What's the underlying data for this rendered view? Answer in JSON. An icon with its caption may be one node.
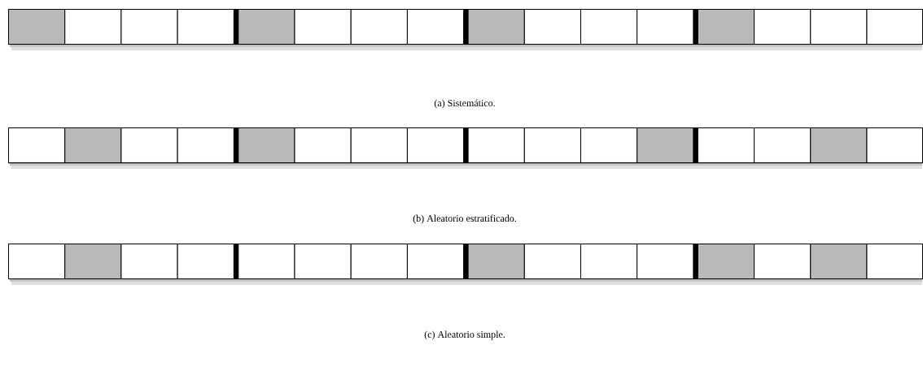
{
  "diagram": {
    "nodes": [
      {
        "text": [],
        "shape": "bar"
      },
      {
        "text": [],
        "shape": "shaded",
        "in": 0
      },
      {
        "text": [],
        "shape": "box",
        "in": 0
      },
      {
        "text": [],
        "shape": "box",
        "in": 0
      },
      {
        "text": [],
        "shape": "box",
        "in": 0
      },
      {
        "text": [],
        "shape": "shaded",
        "in": 0
      },
      {
        "text": [],
        "shape": "box",
        "in": 0
      },
      {
        "text": [],
        "shape": "box",
        "in": 0
      },
      {
        "text": [],
        "shape": "box",
        "in": 0
      },
      {
        "text": [],
        "shape": "shaded",
        "in": 0
      },
      {
        "text": [],
        "shape": "box",
        "in": 0
      },
      {
        "text": [],
        "shape": "box",
        "in": 0
      },
      {
        "text": [],
        "shape": "box",
        "in": 0
      },
      {
        "text": [],
        "shape": "shaded",
        "in": 0
      },
      {
        "text": [],
        "shape": "box",
        "in": 0
      },
      {
        "text": [],
        "shape": "box",
        "in": 0
      },
      {
        "text": [],
        "shape": "box",
        "in": 0
      },
      {
        "text": [],
        "shape": "bar"
      },
      {
        "text": [],
        "shape": "box",
        "in": 17
      },
      {
        "text": [],
        "shape": "shaded",
        "in": 17
      },
      {
        "text": [],
        "shape": "box",
        "in": 17
      },
      {
        "text": [],
        "shape": "box",
        "in": 17
      },
      {
        "text": [],
        "shape": "shaded",
        "in": 17
      },
      {
        "text": [],
        "shape": "box",
        "in": 17
      },
      {
        "text": [],
        "shape": "box",
        "in": 17
      },
      {
        "text": [],
        "shape": "box",
        "in": 17
      },
      {
        "text": [],
        "shape": "box",
        "in": 17
      },
      {
        "text": [],
        "shape": "box",
        "in": 17
      },
      {
        "text": [],
        "shape": "box",
        "in": 17
      },
      {
        "text": [],
        "shape": "shaded",
        "in": 17
      },
      {
        "text": [],
        "shape": "box",
        "in": 17
      },
      {
        "text": [],
        "shape": "box",
        "in": 17
      },
      {
        "text": [],
        "shape": "shaded",
        "in": 17
      },
      {
        "text": [],
        "shape": "box",
        "in": 17
      },
      {
        "text": [],
        "shape": "bar"
      },
      {
        "text": [],
        "shape": "box",
        "in": 34
      },
      {
        "text": [],
        "shape": "shaded",
        "in": 34
      },
      {
        "text": [],
        "shape": "box",
        "in": 34
      },
      {
        "text": [],
        "shape": "box",
        "in": 34
      },
      {
        "text": [],
        "shape": "box",
        "in": 34
      },
      {
        "text": [],
        "shape": "box",
        "in": 34
      },
      {
        "text": [],
        "shape": "box",
        "in": 34
      },
      {
        "text": [],
        "shape": "box",
        "in": 34
      },
      {
        "text": [],
        "shape": "shaded",
        "in": 34
      },
      {
        "text": [],
        "shape": "box",
        "in": 34
      },
      {
        "text": [],
        "shape": "box",
        "in": 34
      },
      {
        "text": [],
        "shape": "box",
        "in": 34
      },
      {
        "text": [],
        "shape": "shaded",
        "in": 34
      },
      {
        "text": [],
        "shape": "box",
        "in": 34
      },
      {
        "text": [],
        "shape": "shaded",
        "in": 34
      },
      {
        "text": [],
        "shape": "box",
        "in": 34
      }
    ],
    "labels": [
      "(a) Sistemático.",
      "(b) Aleatorio estratificado.",
      "(c) Aleatorio simple."
    ]
  }
}
